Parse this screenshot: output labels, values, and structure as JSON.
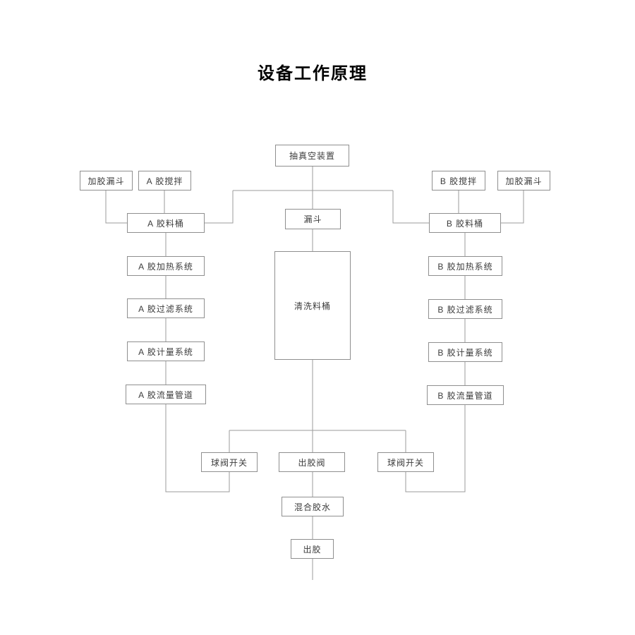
{
  "title": "设备工作原理",
  "nodes": {
    "vacuum": {
      "label": "抽真空装置"
    },
    "hopper_left": {
      "label": "加胶漏斗"
    },
    "a_mixer": {
      "label": "A 胶搅拌"
    },
    "b_mixer": {
      "label": "B 胶搅拌"
    },
    "hopper_right": {
      "label": "加胶漏斗"
    },
    "a_barrel": {
      "label": "A 胶料桶"
    },
    "funnel": {
      "label": "漏斗"
    },
    "b_barrel": {
      "label": "B 胶料桶"
    },
    "a_heating": {
      "label": "A 胶加热系统"
    },
    "cleaning_barrel": {
      "label": "清洗料桶"
    },
    "b_heating": {
      "label": "B 胶加热系统"
    },
    "a_filter": {
      "label": "A 胶过滤系统"
    },
    "b_filter": {
      "label": "B 胶过滤系统"
    },
    "a_metering": {
      "label": "A 胶计量系统"
    },
    "b_metering": {
      "label": "B 胶计量系统"
    },
    "a_flow_pipe": {
      "label": "A 胶流量管道"
    },
    "b_flow_pipe": {
      "label": "B 胶流量管道"
    },
    "ball_valve_left": {
      "label": "球阀开关"
    },
    "glue_outlet_valve": {
      "label": "出胶阀"
    },
    "ball_valve_right": {
      "label": "球阀开关"
    },
    "mixed_glue": {
      "label": "混合胶水"
    },
    "glue_out": {
      "label": "出胶"
    }
  },
  "colors": {
    "line": "#9b9b9b",
    "box_border": "#8f8f8f",
    "text": "#3c3c3c",
    "title": "#000000",
    "background": "#ffffff"
  }
}
